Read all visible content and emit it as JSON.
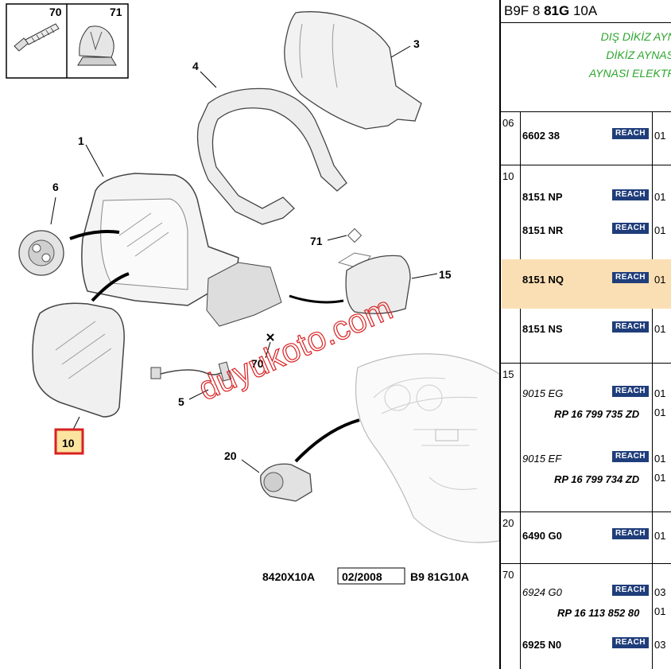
{
  "header": {
    "prefix": "B9F 8",
    "bold": "81G",
    "suffix": "10A"
  },
  "titles": [
    "DIŞ DİKİZ AYNASI YOL",
    "DİKİZ AYNASI BİTİŞ E",
    "AYNASI ELEKTR KUMAN"
  ],
  "groups": [
    {
      "num": "06",
      "rows": [
        {
          "pn": "6602 38",
          "badge": "REACH",
          "qty": "01"
        }
      ]
    },
    {
      "num": "10",
      "rows": [
        {
          "pn": "8151 NP",
          "badge": "REACH",
          "qty": "01"
        },
        {
          "pn": "8151 NR",
          "badge": "REACH",
          "qty": "01"
        },
        {
          "pn": "8151 NQ",
          "badge": "REACH",
          "qty": "01"
        },
        {
          "pn": "8151 NS",
          "badge": "REACH",
          "qty": "01"
        }
      ]
    },
    {
      "num": "15",
      "rows": [
        {
          "pn": "9015 EG",
          "badge": "REACH",
          "qty": "01",
          "sub": "RP 16 799 735 ZD",
          "qty2": "01"
        },
        {
          "pn": "9015 EF",
          "badge": "REACH",
          "qty": "01",
          "sub": "RP 16 799 734 ZD",
          "qty2": "01"
        }
      ]
    },
    {
      "num": "20",
      "rows": [
        {
          "pn": "6490 G0",
          "badge": "REACH",
          "qty": "01"
        }
      ]
    },
    {
      "num": "70",
      "rows": [
        {
          "pn": "6924 G0",
          "badge": "REACH",
          "qty": "03",
          "sub": "RP 16 113 852 80",
          "qty2": "01"
        },
        {
          "pn": "6925 N0",
          "badge": "REACH",
          "qty": "03"
        }
      ]
    }
  ],
  "diagram": {
    "labels": {
      "l70": "70",
      "l71": "71",
      "l3": "3",
      "l4": "4",
      "l1": "1",
      "l6": "6",
      "l71b": "71",
      "l15": "15",
      "l10": "10",
      "l70b": "70",
      "l5": "5",
      "l20": "20"
    },
    "watermark": "duyukoto.com",
    "footer": {
      "code": "8420X10A",
      "date": "02/2008",
      "ref": "B9 81G10A"
    }
  },
  "colors": {
    "highlight": "#fbdfb4",
    "title_green": "#2ea62e",
    "badge": "#1f3d7a",
    "label_box": "#d92020",
    "watermark": "#d92020"
  }
}
